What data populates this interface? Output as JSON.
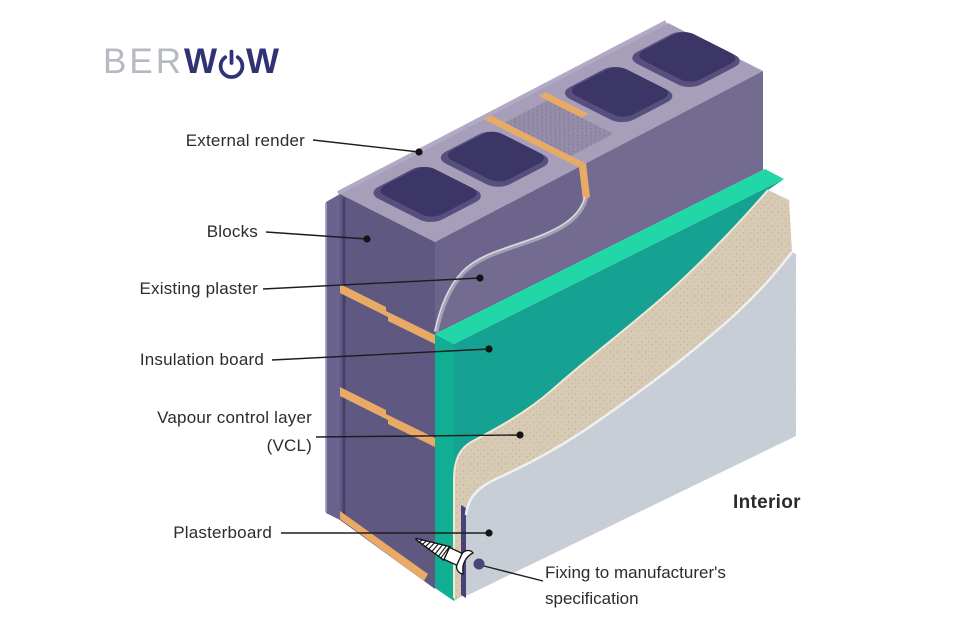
{
  "logo": {
    "ber": "BER",
    "w_left": "W",
    "w_right": "W"
  },
  "labels": {
    "external_render": "External render",
    "blocks": "Blocks",
    "existing_plaster": "Existing plaster",
    "insulation_board": "Insulation board",
    "vcl_line1": "Vapour control layer",
    "vcl_line2": "(VCL)",
    "plasterboard": "Plasterboard",
    "fixing_line1": "Fixing to manufacturer's",
    "fixing_line2": "specification",
    "interior": "Interior"
  },
  "colors": {
    "background": "#ffffff",
    "label_text": "#2d2b2e",
    "leader_line": "#1d1d1d",
    "logo_gray": "#b6b9c3",
    "logo_navy": "#2f3273",
    "block_top": "#a79fba",
    "block_face": "#6c648b",
    "block_end": "#5f5881",
    "render_end": "#6b6290",
    "render_edge": "#b2aac4",
    "block_core_wall": "#57507f",
    "block_core": "#3c3666",
    "mortar": "#e9aa67",
    "mortar_bed": "#958da9",
    "plaster_line": "#a5a1b4",
    "insulation_top": "#22d7a7",
    "insulation_end": "#10ae92",
    "insulation_face": "#16a292",
    "vcl": "#d8cbb5",
    "plasterboard": "#c8ced6",
    "board_edge_dark": "#4a4177",
    "fixing_dot": "#4c4379",
    "screw_body": "#ffffff",
    "screw_outline": "#111111"
  }
}
